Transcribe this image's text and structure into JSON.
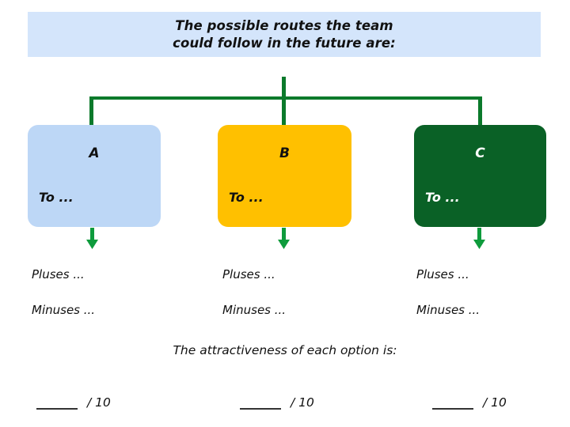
{
  "header": {
    "line1": "The possible routes the team",
    "line2": "could follow in the future are:",
    "background_color": "#D4E5FB"
  },
  "connector": {
    "color": "#0B7A2B",
    "name": "tree-connector"
  },
  "options": [
    {
      "id": "a",
      "letter": "A",
      "subtitle": "To ...",
      "box_color": "#BDD7F6",
      "text_color": "#111111",
      "arrow_color": "#0E9B3C",
      "pluses": "Pluses ...",
      "minuses": "Minuses ...",
      "score_value": "",
      "score_suffix": "/ 10"
    },
    {
      "id": "b",
      "letter": "B",
      "subtitle": "To ...",
      "box_color": "#FFC000",
      "text_color": "#111111",
      "arrow_color": "#0E9B3C",
      "pluses": "Pluses ...",
      "minuses": "Minuses ...",
      "score_value": "",
      "score_suffix": "/ 10"
    },
    {
      "id": "c",
      "letter": "C",
      "subtitle": "To ...",
      "box_color": "#0A6126",
      "text_color": "#FFFFFF",
      "arrow_color": "#0E9B3C",
      "pluses": "Pluses ...",
      "minuses": "Minuses ...",
      "score_value": "",
      "score_suffix": "/ 10"
    }
  ],
  "caption": "The attractiveness of each option is:"
}
